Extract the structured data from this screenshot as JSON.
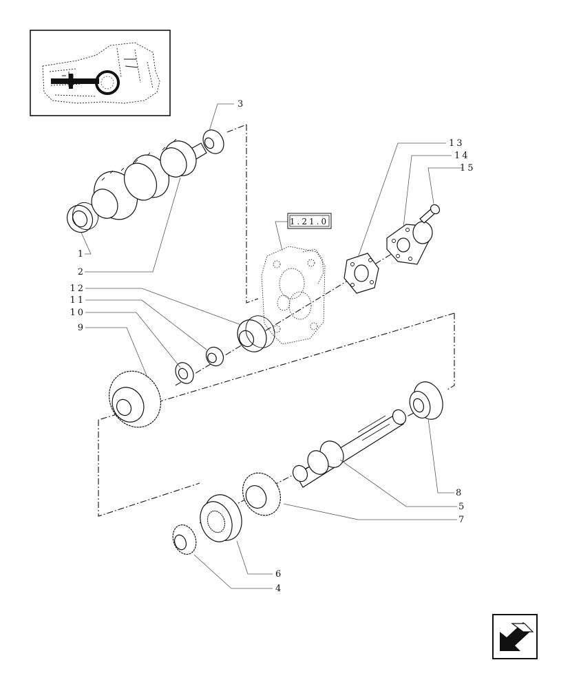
{
  "reference_box": {
    "label": "1.21.0"
  },
  "callouts": [
    {
      "id": "1",
      "label": "1"
    },
    {
      "id": "2",
      "label": "2"
    },
    {
      "id": "3",
      "label": "3"
    },
    {
      "id": "4",
      "label": "4"
    },
    {
      "id": "5",
      "label": "5"
    },
    {
      "id": "6",
      "label": "6"
    },
    {
      "id": "7",
      "label": "7"
    },
    {
      "id": "8",
      "label": "8"
    },
    {
      "id": "9",
      "label": "9"
    },
    {
      "id": "10",
      "label": "10"
    },
    {
      "id": "11",
      "label": "11"
    },
    {
      "id": "12",
      "label": "12"
    },
    {
      "id": "13",
      "label": "13"
    },
    {
      "id": "14",
      "label": "14"
    },
    {
      "id": "15",
      "label": "15"
    }
  ],
  "icons": {
    "locator": "tractor-transmission-locator-icon",
    "navigation": "previous-page-arrow-icon"
  }
}
